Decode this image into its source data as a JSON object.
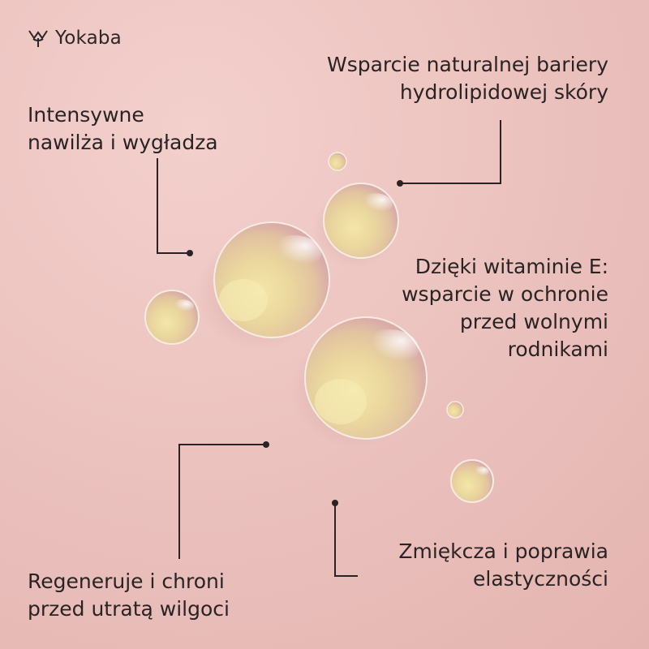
{
  "brand": {
    "name": "Yokaba",
    "logo_icon": "yokaba-leaf-icon"
  },
  "benefits": {
    "barrier": {
      "line1": "Wsparcie naturalnej bariery",
      "line2": "hydrolipidowej skóry"
    },
    "moisturize": {
      "line1": "Intensywne",
      "line2": "nawilża i wygładza"
    },
    "vitamin_e": {
      "line1": "Dzięki witaminie E:",
      "line2": "wsparcie w ochronie",
      "line3": "przed wolnymi",
      "line4": "rodnikami"
    },
    "regenerate": {
      "line1": "Regeneruje i chroni",
      "line2": "przed utratą wilgoci"
    },
    "soften": {
      "line1": "Zmiękcza i poprawia",
      "line2": "elastyczności"
    }
  },
  "colors": {
    "background": "#ecc3bf",
    "text": "#2a2323",
    "oil": "#e9d39a"
  }
}
